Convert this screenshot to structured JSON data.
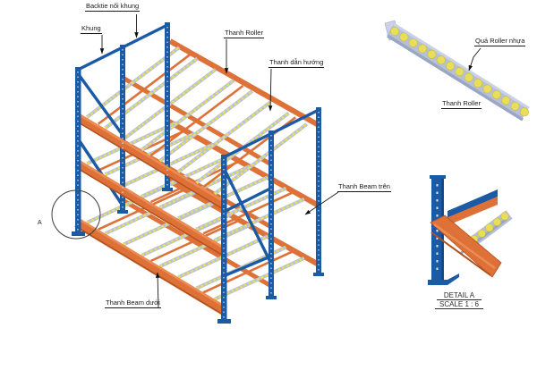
{
  "drawing": {
    "type": "isometric-rack-diagram",
    "background": "#ffffff"
  },
  "labels": {
    "backtie": "Backtie nối khung",
    "khung": "Khung",
    "thanh_roller": "Thanh Roller",
    "thanh_dan_huong": "Thanh dẫn hướng",
    "thanh_beam_tren": "Thanh Beam trên",
    "thanh_beam_duoi": "Thanh Beam dưới",
    "detail_marker": "A"
  },
  "roller_detail": {
    "qua_roller_nhua": "Quả Roller nhựa",
    "thanh_roller": "Thanh Roller"
  },
  "detail_view": {
    "title": "DETAIL A",
    "scale": "SCALE 1 : 6"
  },
  "colors": {
    "frame_blue": "#1b5aa4",
    "beam_orange": "#dd7138",
    "beam_highlight": "#ec8c52",
    "beam_shadow": "#b2511e",
    "track_gray": "#b6c0da",
    "track_edge": "#9aa6c2",
    "roller_yellow": "#e9de5a",
    "leader_line": "#1a1a1a"
  }
}
